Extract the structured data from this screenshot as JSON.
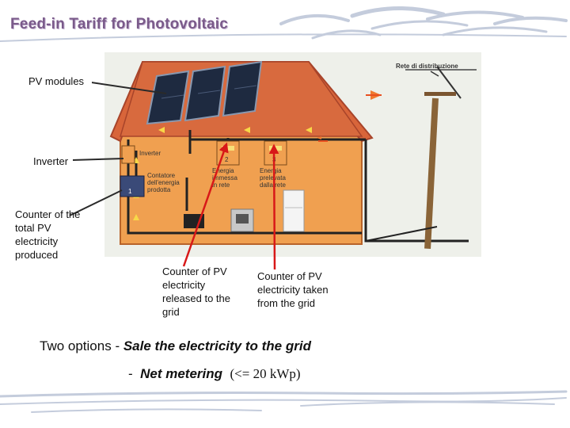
{
  "slide": {
    "title": "Feed-in Tariff for Photovoltaic",
    "labels": {
      "pv_modules": "PV modules",
      "inverter": "Inverter",
      "counter_total": "Counter of the total PV electricity produced",
      "counter_released": "Counter of PV electricity released to the grid",
      "counter_taken": "Counter of PV electricity taken from the grid"
    },
    "diagram_text": {
      "grid": "Rete di distribuzione",
      "inverter": "Inverter",
      "contatore_line1": "Contatore",
      "contatore_line2": "dell'energia",
      "contatore_line3": "prodotta",
      "immessa_line1": "Energia",
      "immessa_line2": "immessa",
      "immessa_line3": "in rete",
      "prelevata_line1": "Energia",
      "prelevata_line2": "prelevata",
      "prelevata_line3": "dalla rete",
      "n1": "1",
      "n2": "2",
      "n3": "3"
    },
    "options": {
      "lead": "Two options -",
      "option1": "Sale the electricity to the grid",
      "dash": "-",
      "option2": "Net metering",
      "option2_note": "(<= 20 kWp)"
    }
  }
}
